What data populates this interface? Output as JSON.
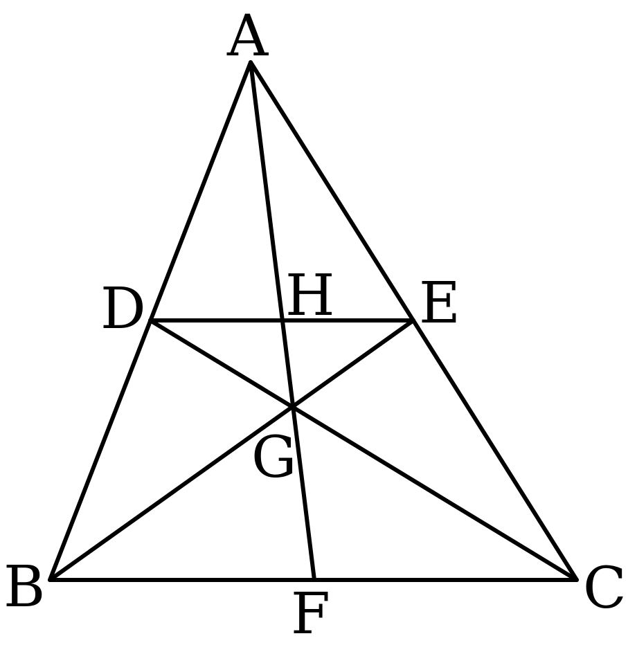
{
  "figure": {
    "labels": {
      "A": "A",
      "B": "B",
      "C": "C",
      "D": "D",
      "E": "E",
      "F": "F",
      "G": "G",
      "H": "H"
    },
    "segments": [
      "AB",
      "AC",
      "BC",
      "DE",
      "AF",
      "BE",
      "CD"
    ],
    "colors": {
      "stroke": "#000000",
      "text": "#000000",
      "background": "#ffffff"
    }
  }
}
